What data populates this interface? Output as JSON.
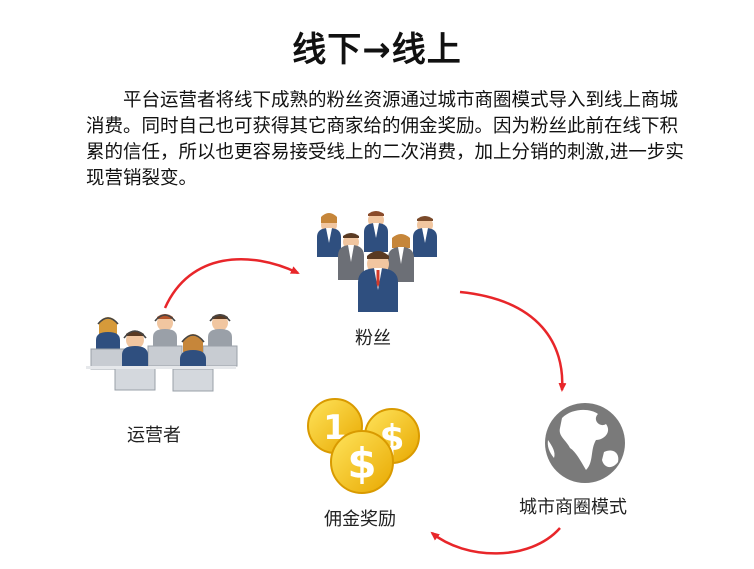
{
  "title": "线下→线上",
  "paragraph": "平台运营者将线下成熟的粉丝资源通过城市商圈模式导入到线上商城消费。同时自己也可获得其它商家给的佣金奖励。因为粉丝此前在线下积累的信任，所以也更容易接受线上的二次消费，加上分销的刺激,进一步实现营销裂变。",
  "nodes": {
    "operators": {
      "label": "运营者",
      "icon": "call-center-operators-icon"
    },
    "fans": {
      "label": "粉丝",
      "icon": "crowd-people-icon"
    },
    "city": {
      "label": "城市商圈模式",
      "icon": "globe-icon"
    },
    "reward": {
      "label": "佣金奖励",
      "icon": "gold-coins-icon"
    }
  },
  "colors": {
    "arrow": "#e8262a",
    "coin": "#f2b705",
    "globe": "#7a7a7a",
    "suit": "#2f4f7f"
  }
}
